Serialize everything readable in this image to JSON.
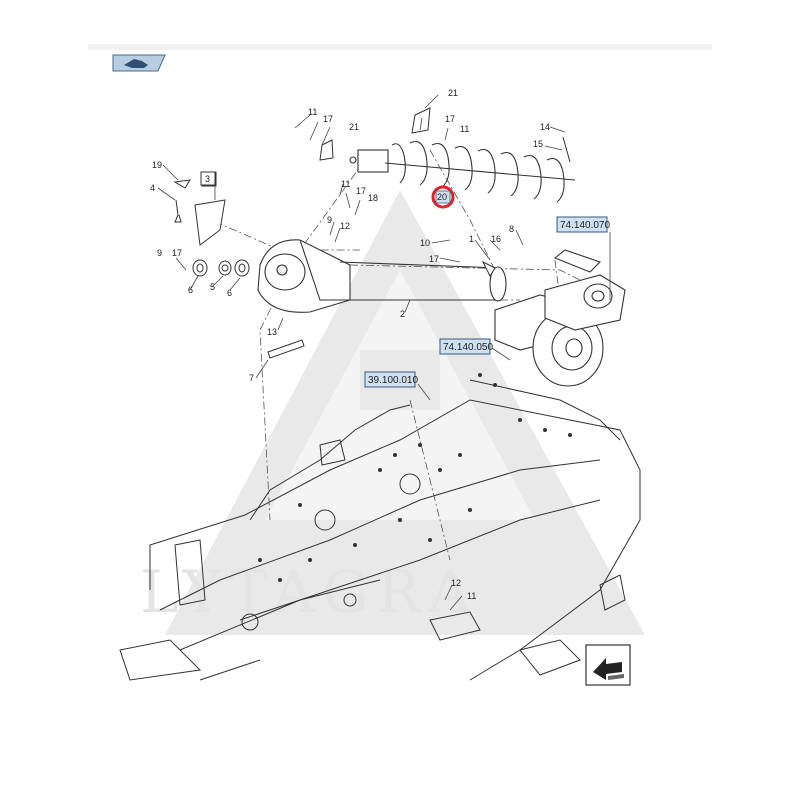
{
  "watermark": {
    "text": "LYTAGRA"
  },
  "nav": {
    "icon": "hand-pointer-icon",
    "corner_icon": "arrow-navigation-icon"
  },
  "refs": {
    "r1": "74.140.070",
    "r2": "74.140.050",
    "r3": "39.100.010"
  },
  "labels": {
    "n21a": "21",
    "n11a": "11",
    "n17a": "17",
    "n21b": "21",
    "n17b": "17",
    "n11b": "11",
    "n14": "14",
    "n15": "15",
    "n19": "19",
    "n4": "4",
    "n3": "3",
    "n11c": "11",
    "n17c": "17",
    "n18": "18",
    "n9a": "9",
    "n12a": "12",
    "n20": "20",
    "n9b": "9",
    "n17d": "17",
    "n6a": "6",
    "n5": "5",
    "n6b": "6",
    "n10": "10",
    "n1": "1",
    "n16": "16",
    "n8": "8",
    "n17e": "17",
    "n2": "2",
    "n13": "13",
    "n7": "7",
    "n12b": "12",
    "n11d": "11"
  },
  "highlight": {
    "color": "#e0202a",
    "part": "20"
  },
  "colors": {
    "ref_fill": "#cfe0ef",
    "ref_stroke": "#355a80",
    "line": "#333333",
    "watermark": "#e6e6e6"
  }
}
